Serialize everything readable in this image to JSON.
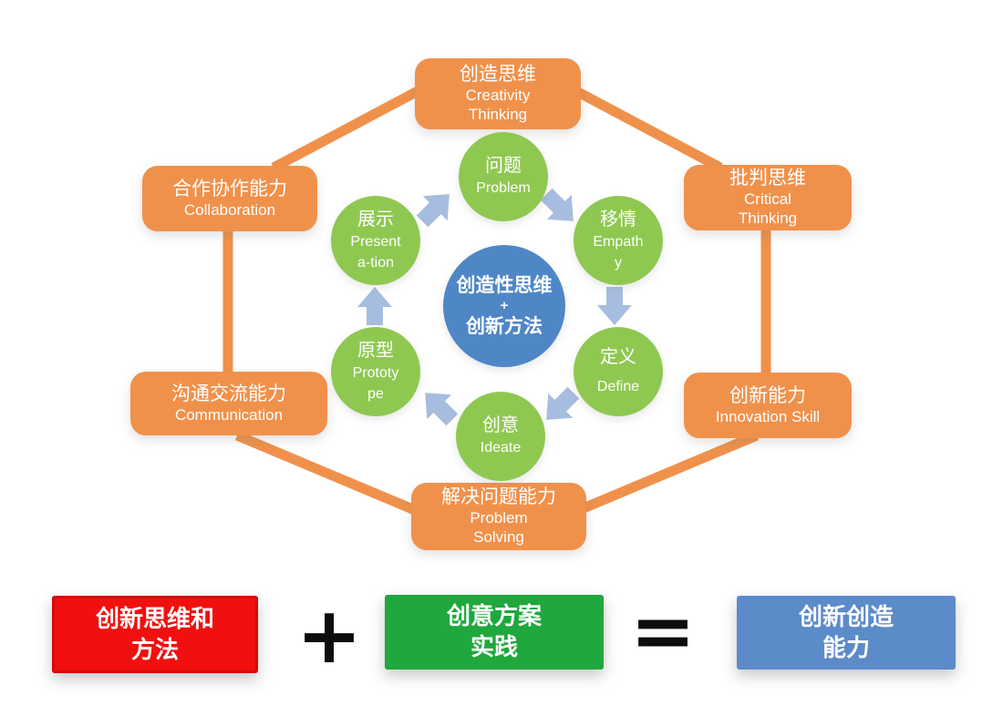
{
  "colors": {
    "connector_orange": "#F0914B",
    "box_orange": "#F0914B",
    "circle_green": "#8FC851",
    "center_blue": "#4F86C6",
    "arrow_blue_gray": "#A6BDDF",
    "equation_red": "#F20F0F",
    "equation_green": "#1FA83D",
    "equation_blue": "#5C8BC9",
    "operator_black": "#0D0D0D",
    "text_white": "#FFFFFF"
  },
  "outer_boxes": {
    "top": {
      "zh": "创造思维",
      "en_line1": "Creativity",
      "en_line2": "Thinking"
    },
    "top_left": {
      "zh": "合作协作能力",
      "en_line1": "Collaboration"
    },
    "top_right": {
      "zh": "批判思维",
      "en_line1": "Critical",
      "en_line2": "Thinking"
    },
    "mid_left": {
      "zh": "沟通交流能力",
      "en_line1": "Communication"
    },
    "mid_right": {
      "zh": "创新能力",
      "en_line1": "Innovation Skill"
    },
    "bottom": {
      "zh": "解决问题能力",
      "en_line1": "Problem",
      "en_line2": "Solving"
    }
  },
  "cycle_circles": {
    "problem": {
      "zh": "问题",
      "en_line1": "Problem"
    },
    "empathy": {
      "zh": "移情",
      "en_line1": "Empath",
      "en_line2": "y"
    },
    "define": {
      "zh": "定义",
      "en_line1": "Define"
    },
    "ideate": {
      "zh": "创意",
      "en_line1": "Ideate"
    },
    "prototype": {
      "zh": "原型",
      "en_line1": "Prototy",
      "en_line2": "pe"
    },
    "presentation": {
      "zh": "展示",
      "en_line1": "Present",
      "en_line2": "a-tion"
    }
  },
  "center_circle": {
    "line1": "创造性思维",
    "line2": "+",
    "line3": "创新方法"
  },
  "equation": {
    "left_box": {
      "line1": "创新思维和",
      "line2": "方法"
    },
    "plus_sign": "+",
    "middle_box": {
      "line1": "创意方案",
      "line2": "实践"
    },
    "equals_sign": "=",
    "right_box": {
      "line1": "创新创造",
      "line2": "能力"
    }
  }
}
